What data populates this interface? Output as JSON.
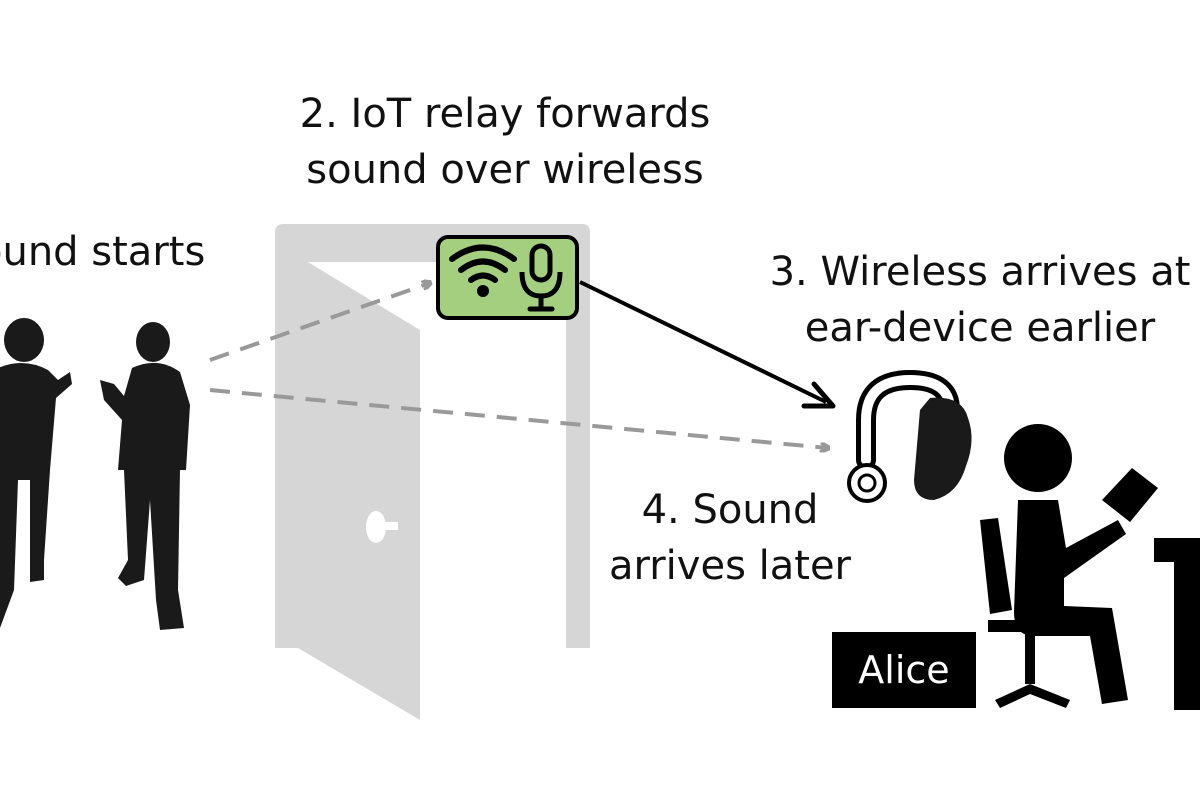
{
  "labels": {
    "step1": "ound starts",
    "step2_line1": "2. IoT relay forwards",
    "step2_line2": "sound over wireless",
    "step3_line1": "3. Wireless arrives at",
    "step3_line2": "ear-device earlier",
    "step4_line1": "4. Sound",
    "step4_line2": "arrives later"
  },
  "person_label": "Alice",
  "colors": {
    "relay_fill": "#a4cf7f",
    "door": "#d6d6d6",
    "silhouette": "#1a1a1a",
    "dashed_arrow": "#999999",
    "wireless_arrow": "#000000"
  },
  "icons": [
    "wifi-icon",
    "microphone-icon",
    "ear-device-icon",
    "door-icon",
    "person-reading-icon",
    "chair-icon",
    "desk-icon"
  ]
}
